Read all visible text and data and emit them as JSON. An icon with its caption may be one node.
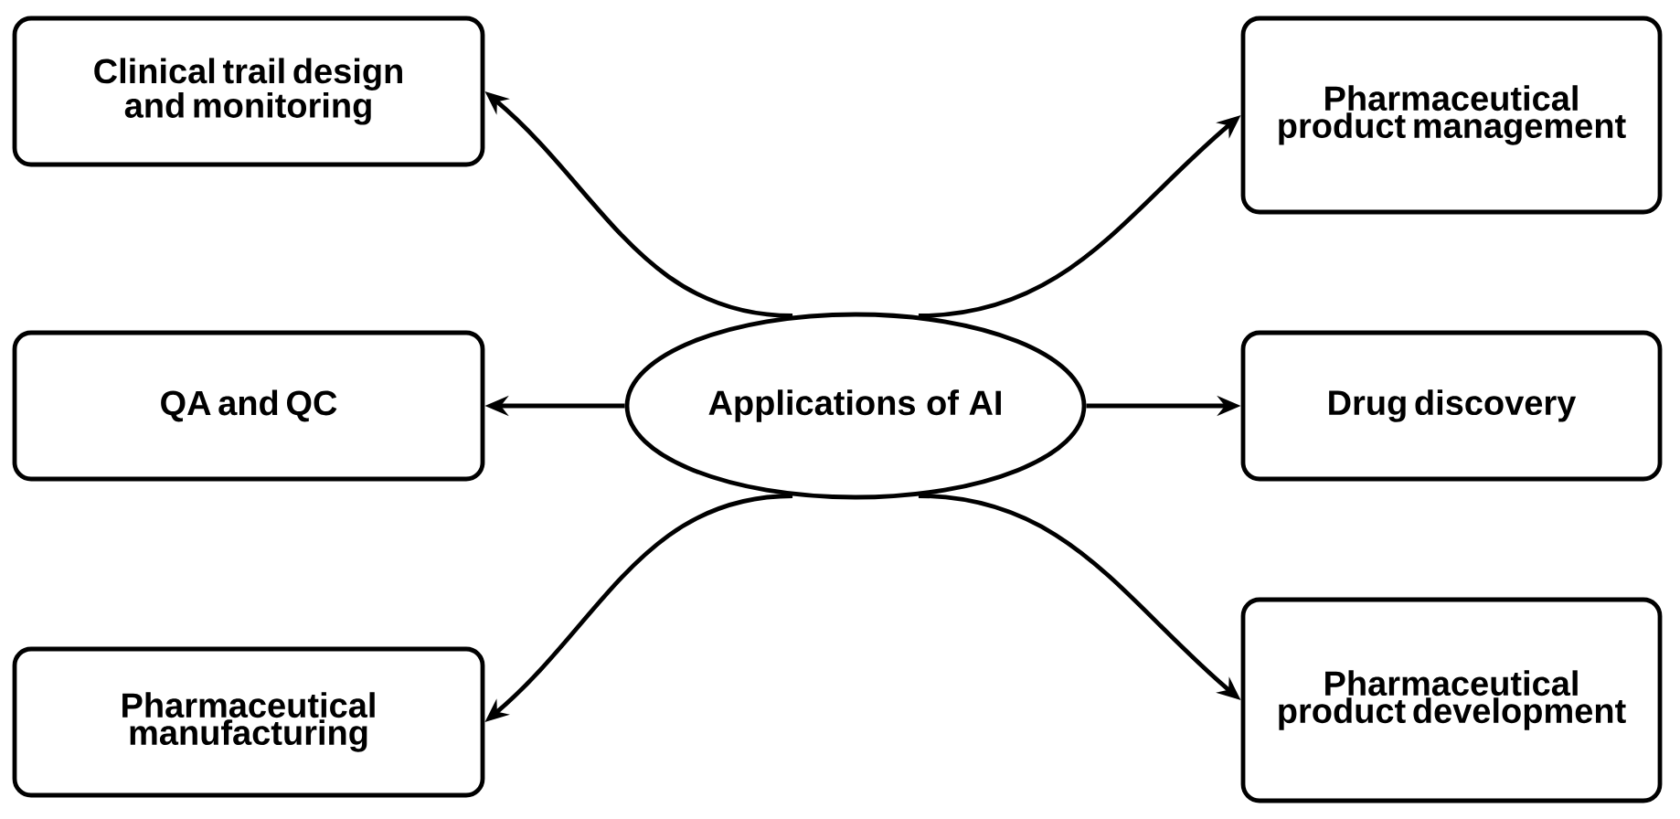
{
  "diagram": {
    "nodes": [
      {
        "text": [
          "Applications of AI"
        ]
      },
      {
        "text": [
          "Clinical trail design and monitoring"
        ]
      },
      {
        "text": [
          "Pharmaceutical product management"
        ]
      },
      {
        "text": [
          "QA and QC"
        ]
      },
      {
        "text": [
          "Drug discovery"
        ]
      },
      {
        "text": [
          "Pharmaceutical manufacturing"
        ]
      },
      {
        "text": [
          "Pharmaceutical product development"
        ]
      }
    ],
    "edges": [
      {
        "from": 0,
        "to": 1,
        "arrow": "to"
      },
      {
        "from": 0,
        "to": 2,
        "arrow": "to"
      },
      {
        "from": 0,
        "to": 3,
        "arrow": "to"
      },
      {
        "from": 0,
        "to": 4,
        "arrow": "to"
      },
      {
        "from": 0,
        "to": 5,
        "arrow": "to"
      },
      {
        "from": 0,
        "to": 6,
        "arrow": "to"
      }
    ]
  }
}
